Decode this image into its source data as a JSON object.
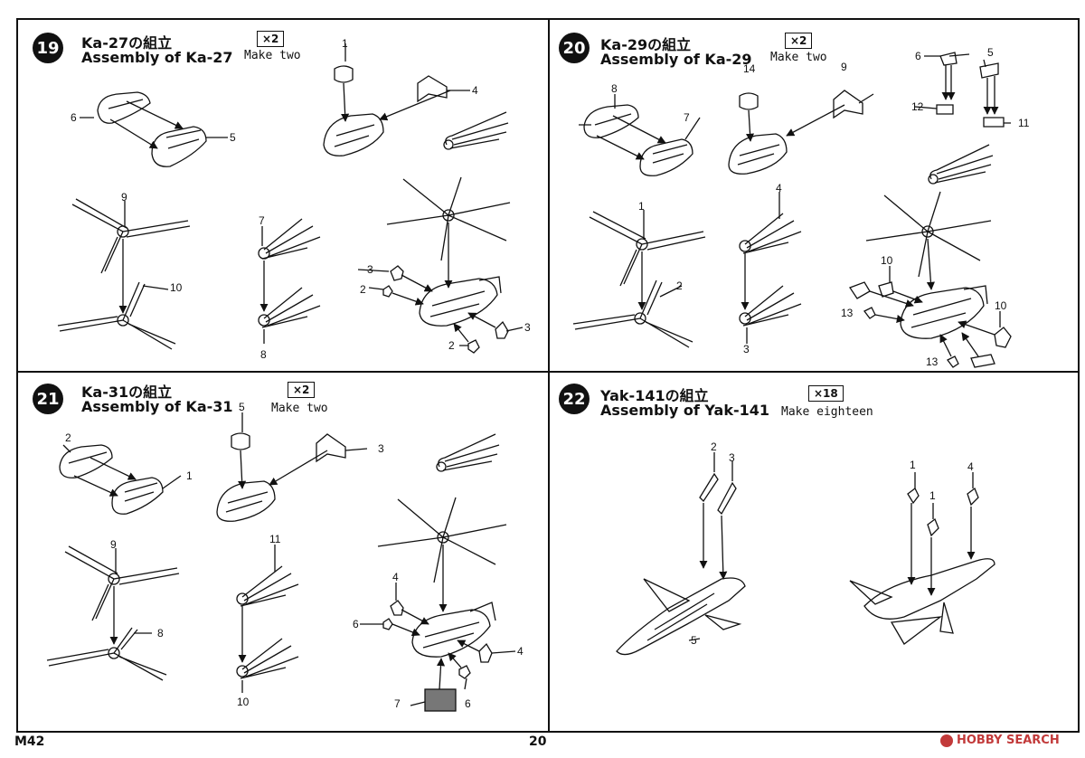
{
  "panels": [
    {
      "step": "19",
      "title_ja": "Ka-27の組立",
      "title_en": "Assembly of Ka-27",
      "qty": "×2",
      "qty_text": "Make two"
    },
    {
      "step": "20",
      "title_ja": "Ka-29の組立",
      "title_en": "Assembly of Ka-29",
      "qty": "×2",
      "qty_text": "Make two"
    },
    {
      "step": "21",
      "title_ja": "Ka-31の組立",
      "title_en": "Assembly of Ka-31",
      "qty": "×2",
      "qty_text": "Make two"
    },
    {
      "step": "22",
      "title_ja": "Yak-141の組立",
      "title_en": "Assembly of Yak-141",
      "qty": "×18",
      "qty_text": "Make eighteen"
    }
  ],
  "callouts": {
    "p19": [
      "1",
      "4",
      "6",
      "5",
      "9",
      "7",
      "10",
      "8",
      "3",
      "2",
      "3",
      "2"
    ],
    "p20": [
      "8",
      "14",
      "7",
      "9",
      "6",
      "12",
      "5",
      "11",
      "1",
      "4",
      "2",
      "10",
      "3",
      "13",
      "10",
      "13"
    ],
    "p21": [
      "2",
      "1",
      "5",
      "3",
      "9",
      "8",
      "11",
      "10",
      "4",
      "6",
      "4",
      "7",
      "6"
    ],
    "p22": [
      "2",
      "3",
      "5",
      "1",
      "4",
      "1"
    ]
  },
  "footer": {
    "model_code": "M42",
    "page_number": "20",
    "watermark": "HOBBY SEARCH"
  }
}
